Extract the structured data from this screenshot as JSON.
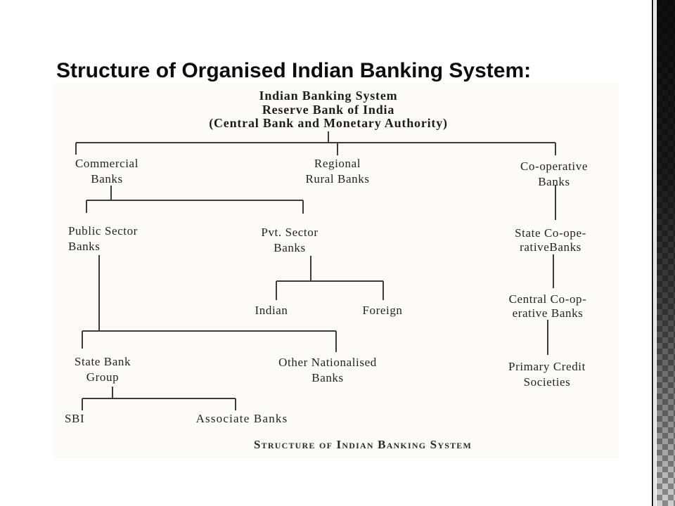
{
  "slide_title": "Structure of Organised Indian Banking System:",
  "diagram": {
    "header": {
      "line1": "Indian Banking System",
      "line2": "Reserve Bank of India",
      "line3": "(Central Bank and Monetary Authority)"
    },
    "nodes": {
      "commercial": {
        "line1": "Commercial",
        "line2": "Banks"
      },
      "regional": {
        "line1": "Regional",
        "line2": "Rural Banks"
      },
      "cooperative": {
        "line1": "Co-operative",
        "line2": "Banks"
      },
      "public_sector": {
        "line1": "Public Sector",
        "line2": "Banks"
      },
      "pvt_sector": {
        "line1": "Pvt. Sector",
        "line2": "Banks"
      },
      "state_coop": {
        "line1": "State Co-ope-",
        "line2": "rativeBanks"
      },
      "indian": {
        "line1": "Indian"
      },
      "foreign": {
        "line1": "Foreign"
      },
      "central_coop": {
        "line1": "Central Co-op-",
        "line2": "erative Banks"
      },
      "state_bank_group": {
        "line1": "State Bank",
        "line2": "Group"
      },
      "other_nationalised": {
        "line1": "Other Nationalised",
        "line2": "Banks"
      },
      "primary_credit": {
        "line1": "Primary Credit",
        "line2": "Societies"
      },
      "sbi": {
        "line1": "SBI"
      },
      "associate_banks": {
        "line1": "Associate Banks"
      }
    },
    "caption": "Structure of Indian Banking System",
    "hierarchy": {
      "Indian Banking System / Reserve Bank of India (Central Bank and Monetary Authority)": {
        "Commercial Banks": {
          "Public Sector Banks": {
            "State Bank Group": {
              "SBI": {},
              "Associate Banks": {}
            },
            "Other Nationalised Banks": {}
          },
          "Pvt. Sector Banks": {
            "Indian": {},
            "Foreign": {}
          }
        },
        "Regional Rural Banks": {},
        "Co-operative Banks": {
          "State Co-operative Banks": {
            "Central Co-operative Banks": {
              "Primary Credit Societies": {}
            }
          }
        }
      }
    }
  },
  "colors": {
    "ink": "#232323",
    "connector_line": "#3c3c3c",
    "border_strip_top": "#0a0a0a",
    "border_strip_bottom": "#8d8d8d",
    "background": "#ffffff"
  }
}
